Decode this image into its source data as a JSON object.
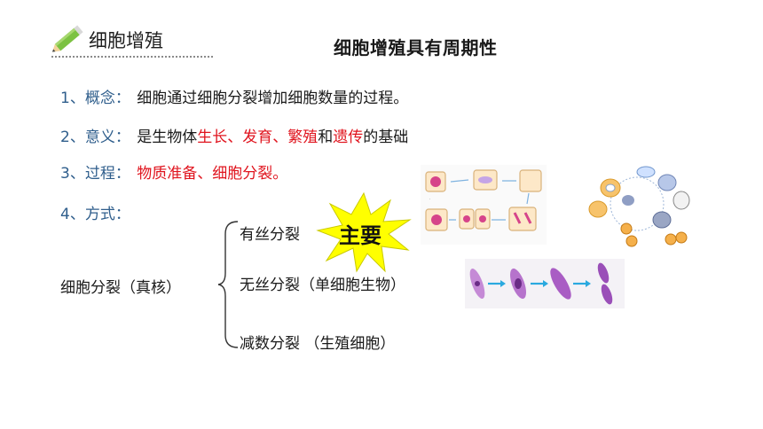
{
  "header": {
    "title": "细胞增殖"
  },
  "main_title": "细胞增殖具有周期性",
  "items": [
    {
      "num": "1、概念：",
      "text": "细胞通过细胞分裂增加细胞数量的过程。"
    },
    {
      "num": "2、意义：",
      "prefix": "是生物体",
      "t1": "生长",
      "sep1": "、",
      "t2": "发育",
      "sep2": "、",
      "t3": "繁殖",
      "and": "和",
      "t4": "遗传",
      "suffix": "的基础"
    },
    {
      "num": "3、过程：",
      "text": "物质准备、细胞分裂。"
    },
    {
      "num": "4、方式："
    }
  ],
  "division": {
    "root": "细胞分裂（真核）",
    "branches": [
      "有丝分裂",
      "无丝分裂（单细胞生物）",
      "减数分裂 （生殖细胞）"
    ],
    "badge": "主要"
  },
  "colors": {
    "number": "#2f5e8c",
    "highlight": "#e0141e",
    "badge_fill": "#ffff00",
    "arrow": "#2aa9df"
  }
}
